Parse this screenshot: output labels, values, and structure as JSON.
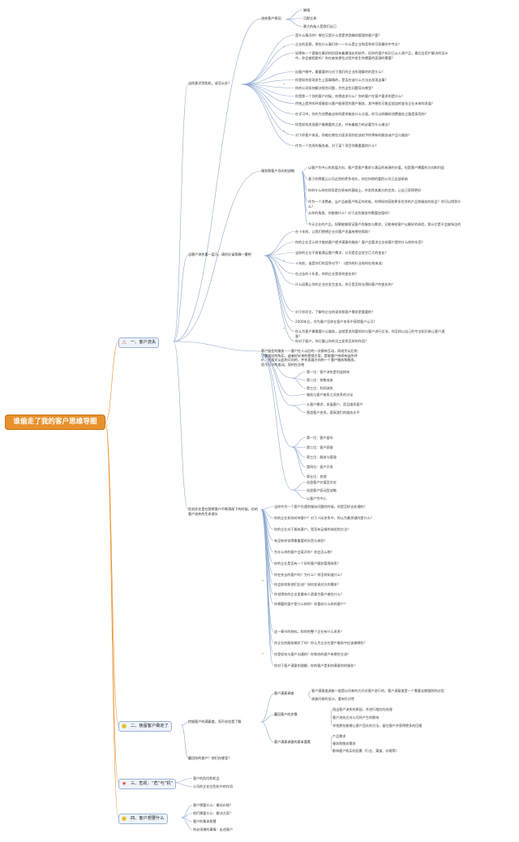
{
  "root": "谁偷走了我的客户思维导图",
  "categories": [
    {
      "icon": "warning-icon",
      "label": "一、客户流失"
    },
    {
      "icon": "bulb-icon",
      "label": "二、挽留客户做走了"
    },
    {
      "icon": "star-icon",
      "label": "三、危机：“危”与“机”"
    },
    {
      "icon": "bulb-icon",
      "label": "四、客户想要什么"
    }
  ],
  "subtopics": {
    "c1a": "流失客户原因",
    "c1b": "当你意识到危机，该怎么办？",
    "c1c": "服务和客户导向的战略",
    "c1d": "当客户流失要一层马，请你反省我确一番吧",
    "c1e": "客户留住的服务——客户在人以后的一次接待互动，同成为以后的让我相对的购买，或者好好来的营销方案，是取客户持续有益的评价，它面对以此的可向的，并作发展方向的一个客户服务和服务，而不可少的变动。同时在总地",
    "c1f": "危机往往是在我将客户不断滑前下的时候，也的客户流失的生命源头",
    "c2a": "挖掘客户的满意度，而不仅仅是了解",
    "c2b": "赢回你的客户？他们在哪里？"
  },
  "branches": {
    "b1_reasons": [
      "懒惰",
      "沉默交易",
      "最大的敌人是我们自己"
    ],
    "b1_q1": [
      "是什么情况你？哪些又是什么是提供我确你管理的客户要？",
      "企业的竞赛，那些什么事们你——什么是企业和竞争你可获最的中专长？",
      "如果有一个客服在最初的阶段有着最强化的软件，但你的客户知识已从入原产品，最后会用户解决的设计中，你会被相差吗？你在被有那些过程中发生你需要的面源的需要？"
    ],
    "b1_q2": [
      "自客户眼中，最重要的与对于我们的企业所理解的的是什么？",
      "你是如何发现发生上面事情的，是否应该什么方法去发现这事？",
      "你的公司如何解决那些问题，并为这些问题导向哪里？",
      "你是那一个你的客户时候，你想追求什么？你的客户在客户要求的是什么？"
    ],
    "b1_q3": [
      "传统上提供的环境服务与客户能接受的客户服务，其中哪些可能会追加的变化企业未来的发展？",
      "在学习中，你作为消费者这样的提供服务什么方面，你可以明确的消费服务之路是高而的？",
      "你是如何发现客户最需要的之处，并有着能力的必要为什么做法？",
      "对于你客户来说，你能在哪些方面发现你应该给予你更新的服务或产品与服务？",
      "作为一个优秀的服务者，对于某个项目你最重要的什么？"
    ],
    "b1_service": [
      "以客户为中心的发展方向，客户是客户需求与满足的来源的价值，也是客户需要的方向和利益",
      "基于你想要让公司达到的更多领先，你比你想的要把公司已全部接纳",
      "你的什么样的领导是在原来的基础上，并发挥其最大的优势，让自己获得更好",
      "作为一个消费者，当产品被客户购买的时候，你将如何获取更多优秀的产品和服务的机会？你可以得到什么？",
      "从你的角度，你能做什么？对于这些服务你需要加强吗？",
      "今天企业的产品，如果能够保证客户的服务与需求，又能带给客户以最好的体验，那么它是不会被淘汰的"
    ],
    "b1_review": [
      "在十年前，让我们想想企业对客户发展有哪些帮助？",
      "你的企业怎么样才能给客户提供满意的服务？客户会要求企业给客户提供什么样的东西？",
      "当你的企业不再能满足客户需求，公司是否会发生巨大的变化？",
      "十年前，谁是你们的竞争对手？（就你的行业和所在地来说）",
      "在过去的十年里，你的企业是如何变化的？",
      "什么因素让你的企业在发生变化，你又是怎样去预料客户的变化的？"
    ],
    "b1_future": [
      "对于你而言，了解你企业的现状和客户需求是重要的？",
      "2000年后，作为客户怎样在客户关系中获得客户认可？",
      "你认为客户最需要什么服务，这就是说你要如何与客户进行交流，你怎样以自己的专业知识来让客户满意？",
      "你对于客户，你打算让你的员工发挥怎样的作用？"
    ],
    "b1_cost": [
      "第一位：客户流失是利益损失",
      "第二位：销售成本",
      "第三位：利润流失"
    ],
    "b1_strategy_a": "服务与客户维系之间关系的讨论",
    "b1_strategy_b": [
      "从客户需求，发展客户，而且维系客户",
      "营造客户关系，提高我们的服务水平"
    ],
    "b1_levels": [
      "第一位：客户留存",
      "第二位：客户获取",
      "第三位：服务与管理",
      "第四位：客户开发",
      "第五位：其他"
    ],
    "b1_culture": [
      "创造客户价值型文化",
      "创造客户驱动型战略",
      "以客户为中心"
    ],
    "b1_qs2": [
      "当你作为一个客户在遇到服务问题的时候，你是怎样去处理的？",
      "你的企业如何对待客户？对于人际关系中，你认为最关键的是什么？",
      "你的企业对于服务客户，是否有足够的体验和方法？",
      "有没有你觉得最重要的东西与体验？",
      "为什么你的客户会离开你？你会怎么想？",
      "你的企业是否有一个好的客户服务管理体系？"
    ],
    "b1_qs3": [
      "你在失去的客户吗？为什么？你怎样知道什么？",
      "你会如何和他们交流？如何发现对方的需求？",
      "你觉得你的企业里最有人愿意为客户做些什么？",
      "你想要的客户是什么样的？你喜欢什么样的客户？"
    ],
    "b1_qs4": [
      "这一章节的材料，和你的整个企业有什么关系？",
      "你企业的服务做好了吗？你认为企业在客户服务中应该做哪些？",
      "你是如何与客户沟通的？你和你的客户有哪些交流？",
      "你对于客户满意的理解，你的客户是如何满意你的服务？"
    ],
    "b2_survey": [
      "客户满意度调查一般是以问卷的方式对客户进行的，客户满意度是一个需要长期跟踪的过程",
      "调查问卷的设计，要有针对性"
    ],
    "b2_approach": [
      "找出客户流失的原因，并进行相应的处理",
      "客户流失后对公司所产生的影响",
      "寻找那些能够让客户回头的方法，留住客户并获得更多的回报"
    ],
    "b2_elements": [
      "产品需求",
      "服务和服务需求",
      "影响客户购买的因素（行业、渠道、价格等）"
    ],
    "b2_survey_label": "客户满意调查",
    "b2_approach_label": "赢回客户的步骤",
    "b2_elements_label": "客户满意调查的基本要素",
    "b3": [
      "客户的危险和机会",
      "公司的文化在危机中的作用"
    ],
    "b4": [
      "客户想要什么：最佳价格？",
      "他们需要什么：解决方案？",
      "客户的集体智慧",
      "你必须做的事情：走进客户"
    ]
  }
}
